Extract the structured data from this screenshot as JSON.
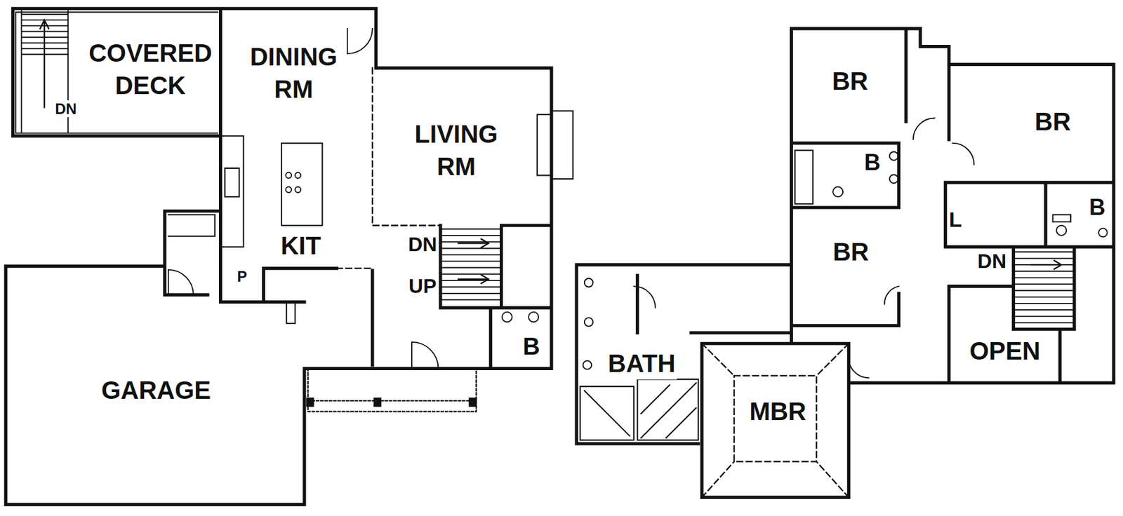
{
  "diagram": {
    "nodes": [
      {
        "text": [
          "COVERED DECK"
        ]
      },
      {
        "text": [
          "DINING RM"
        ]
      },
      {
        "text": [
          "LIVING RM"
        ]
      },
      {
        "text": [
          "KIT"
        ]
      },
      {
        "text": [
          "P"
        ]
      },
      {
        "text": [
          "GARAGE"
        ]
      },
      {
        "text": [
          "B"
        ]
      },
      {
        "text": [
          "BR"
        ]
      },
      {
        "text": [
          "BR"
        ]
      },
      {
        "text": [
          "B"
        ]
      },
      {
        "text": [
          "BR"
        ]
      },
      {
        "text": [
          "L"
        ]
      },
      {
        "text": [
          "B"
        ]
      },
      {
        "text": [
          "OPEN"
        ]
      },
      {
        "text": [
          "BATH"
        ]
      },
      {
        "text": [
          "MBR"
        ]
      }
    ],
    "labels": [
      "DN",
      "DN",
      "UP",
      "DN"
    ]
  }
}
